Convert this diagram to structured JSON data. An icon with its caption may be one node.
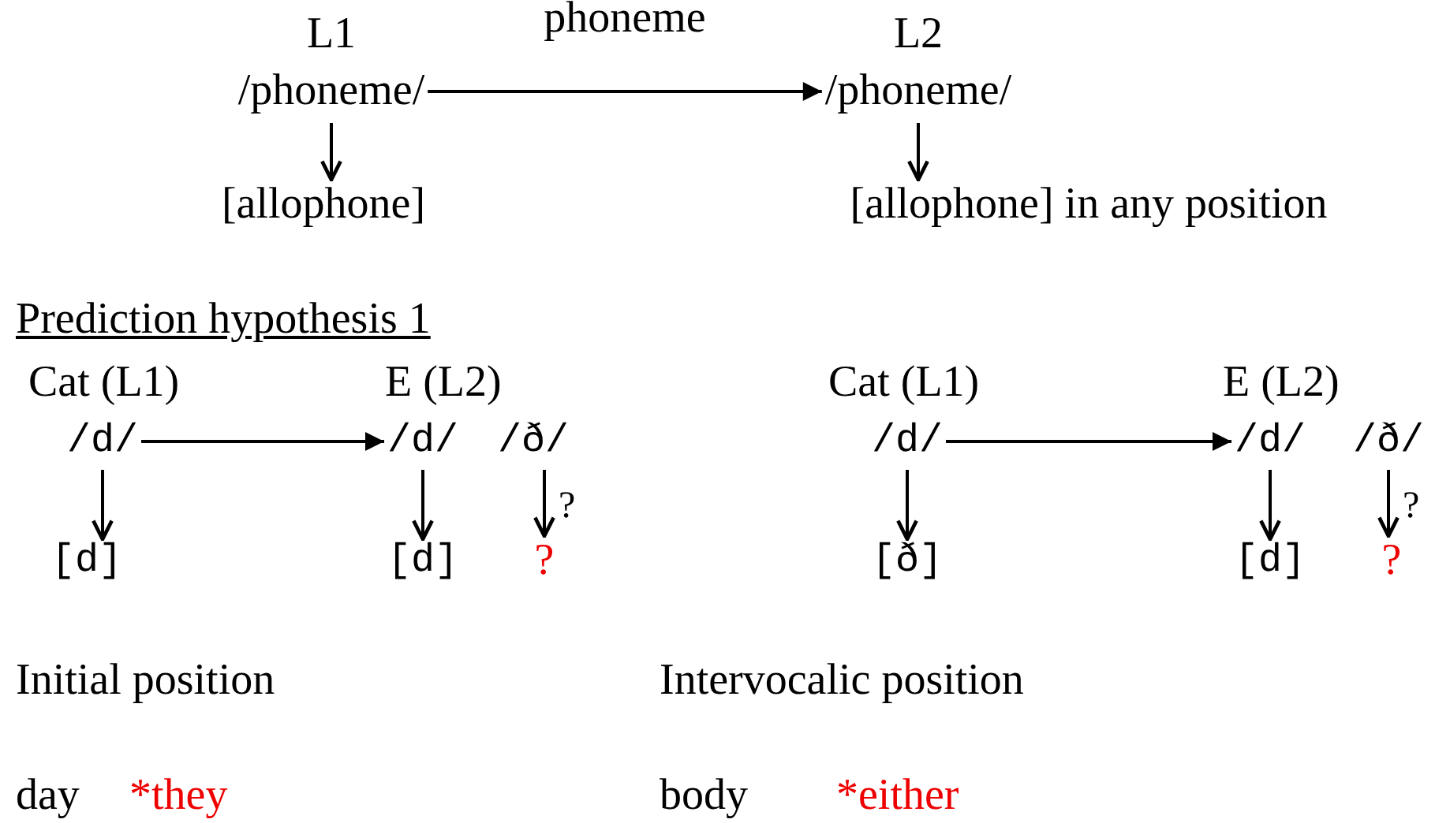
{
  "diagram": {
    "nodes": [
      {
        "text": [
          "L1",
          "/phoneme/"
        ]
      },
      {
        "text": [
          "[allophone]"
        ]
      },
      {
        "text": [
          "L2",
          "/phoneme/"
        ]
      },
      {
        "text": [
          "[allophone] in any position"
        ]
      },
      {
        "text": [
          "/d/"
        ]
      },
      {
        "text": [
          "[d]"
        ]
      },
      {
        "text": [
          "/d/"
        ]
      },
      {
        "text": [
          "/ð/"
        ]
      },
      {
        "text": [
          "[d]"
        ]
      },
      {
        "text": [
          "?"
        ]
      },
      {
        "text": [
          "/d/"
        ]
      },
      {
        "text": [
          "[ð]"
        ]
      },
      {
        "text": [
          "/d/"
        ]
      },
      {
        "text": [
          "/ð/"
        ]
      },
      {
        "text": [
          "[d]"
        ]
      },
      {
        "text": [
          "?"
        ]
      }
    ],
    "edges": [
      {
        "from": 0,
        "to": 1,
        "arrow": "to"
      },
      {
        "from": 0,
        "to": 2,
        "arrow": "to",
        "label": "phoneme"
      },
      {
        "from": 2,
        "to": 3,
        "arrow": "to"
      },
      {
        "from": 4,
        "to": 5,
        "arrow": "to"
      },
      {
        "from": 4,
        "to": 6,
        "arrow": "to"
      },
      {
        "from": 6,
        "to": 8,
        "arrow": "to"
      },
      {
        "from": 7,
        "to": 9,
        "arrow": "to",
        "label": "?"
      },
      {
        "from": 10,
        "to": 11,
        "arrow": "to"
      },
      {
        "from": 10,
        "to": 12,
        "arrow": "to"
      },
      {
        "from": 12,
        "to": 14,
        "arrow": "to"
      },
      {
        "from": 13,
        "to": 15,
        "arrow": "to",
        "label": "?"
      }
    ],
    "labels": [
      "Prediction hypothesis 1",
      "Cat (L1)",
      "E (L2)",
      "Cat (L1)",
      "E (L2)",
      "Initial position",
      "Intervocalic position",
      "day",
      "*they",
      "body",
      "*either"
    ]
  }
}
